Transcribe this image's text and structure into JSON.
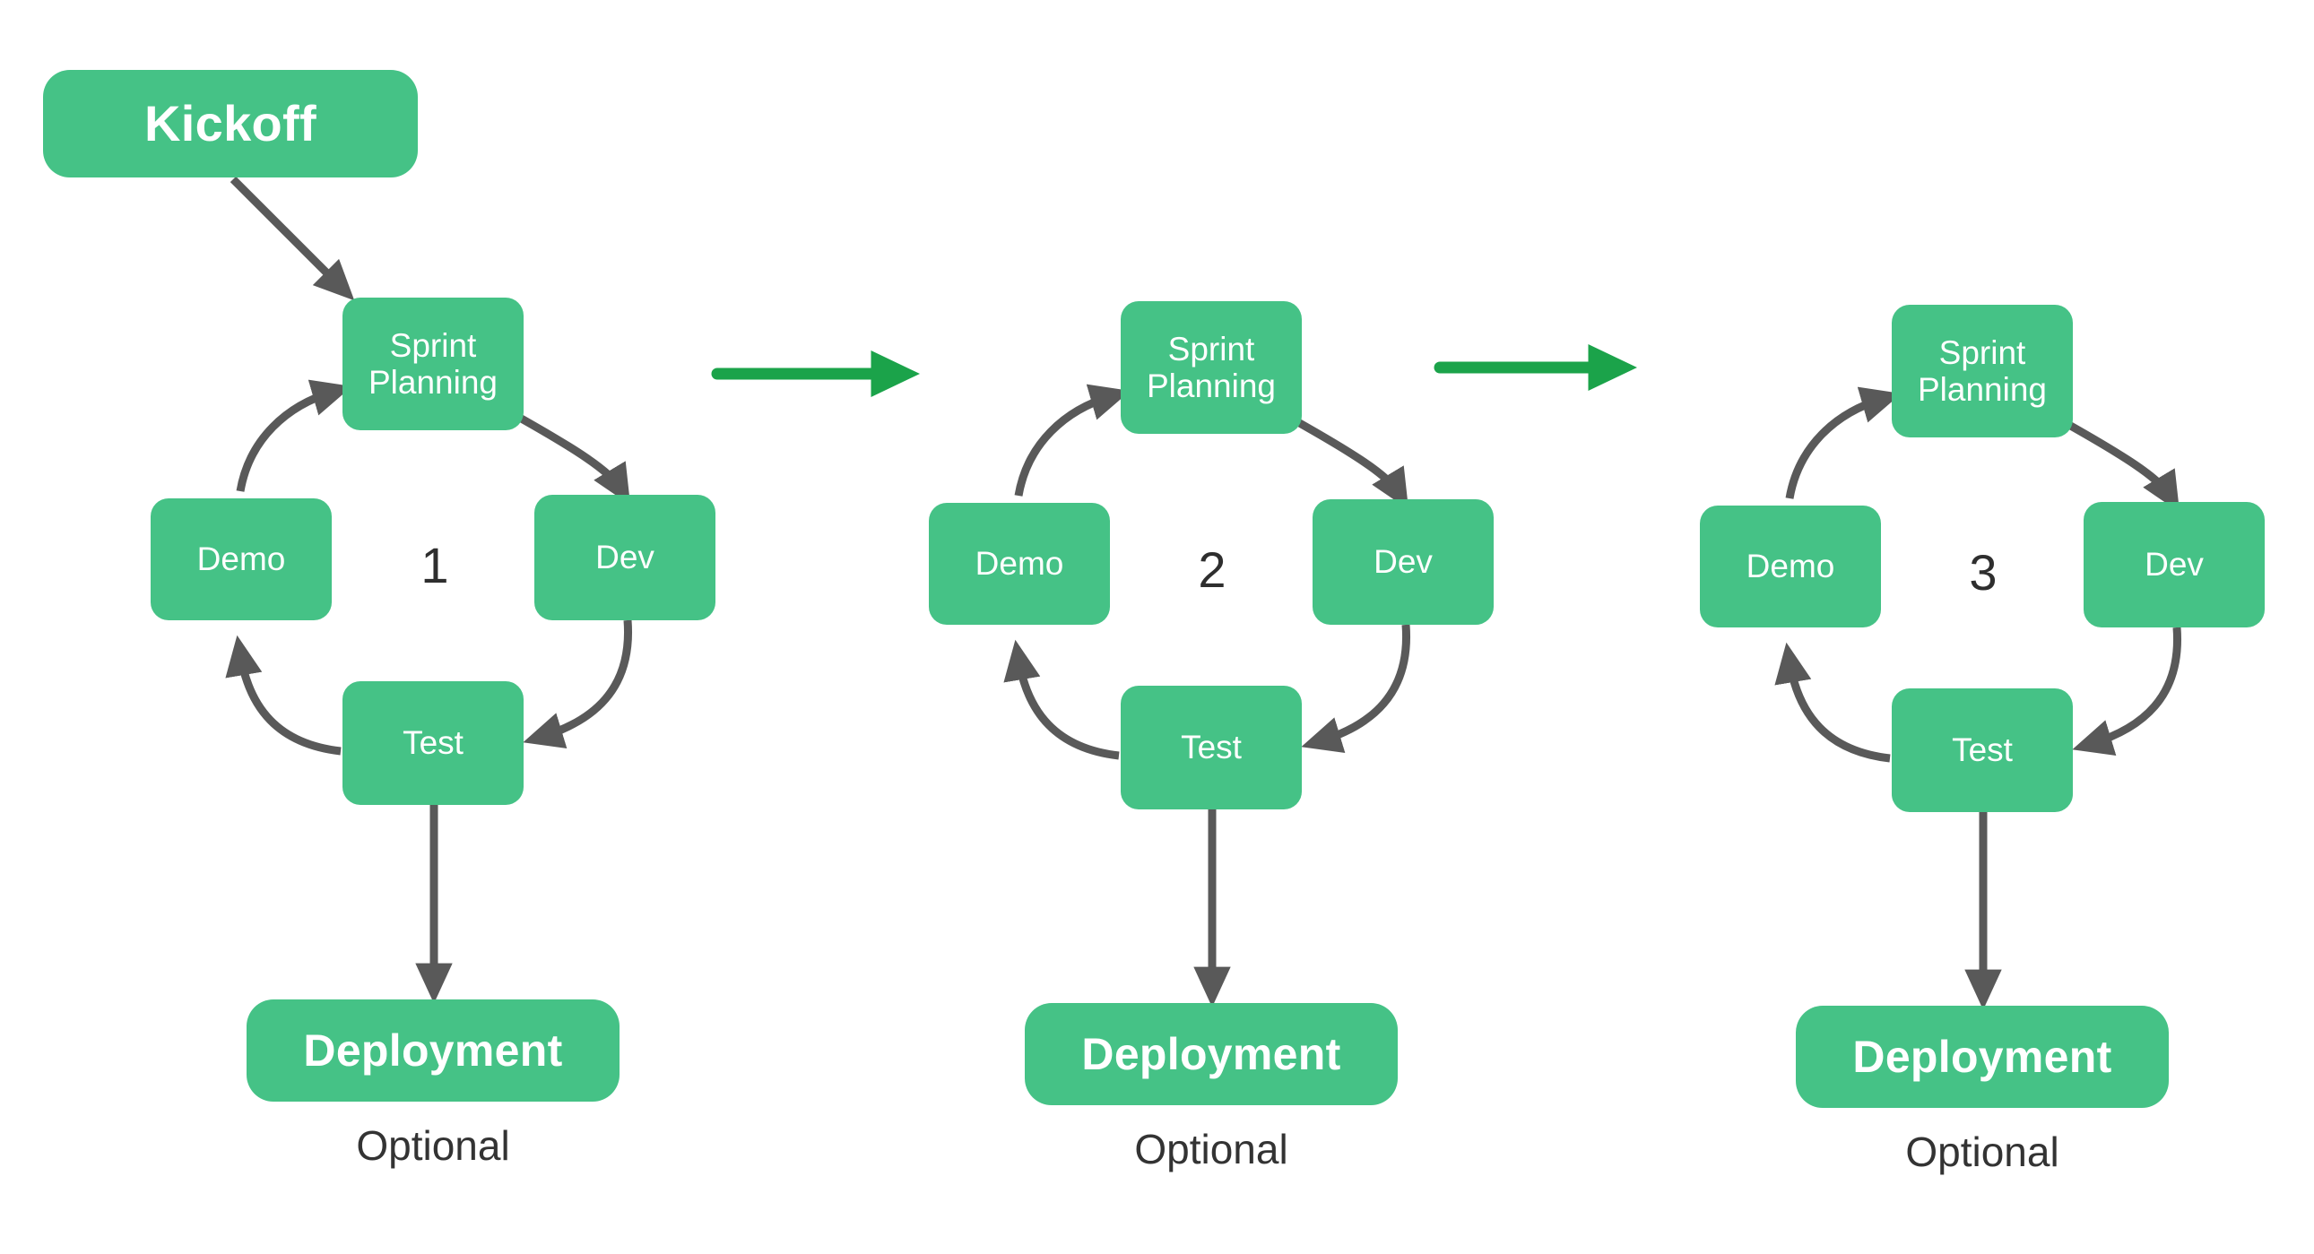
{
  "diagram": {
    "title_node": {
      "label": "Kickoff"
    },
    "colors": {
      "node_fill": "#45c286",
      "node_text": "#ffffff",
      "cycle_arrow": "#1ba34a",
      "flow_arrow": "#595959",
      "caption_text": "#333333",
      "background": "#ffffff"
    },
    "cycles": [
      {
        "number": "1",
        "stages": {
          "top": "Sprint Planning",
          "right": "Dev",
          "bottom": "Test",
          "left": "Demo"
        },
        "deployment": "Deployment",
        "deployment_caption": "Optional"
      },
      {
        "number": "2",
        "stages": {
          "top": "Sprint Planning",
          "right": "Dev",
          "bottom": "Test",
          "left": "Demo"
        },
        "deployment": "Deployment",
        "deployment_caption": "Optional"
      },
      {
        "number": "3",
        "stages": {
          "top": "Sprint Planning",
          "right": "Dev",
          "bottom": "Test",
          "left": "Demo"
        },
        "deployment": "Deployment",
        "deployment_caption": "Optional"
      }
    ]
  }
}
